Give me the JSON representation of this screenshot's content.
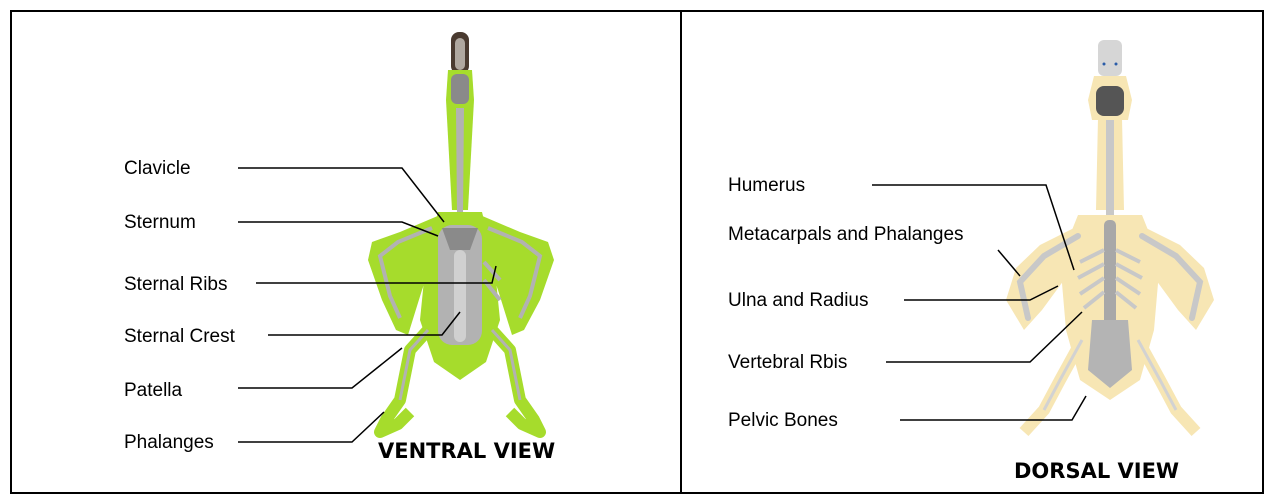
{
  "ventral": {
    "title": "VENTRAL VIEW",
    "labels": [
      "Clavicle",
      "Sternum",
      "Sternal Ribs",
      "Sternal Crest",
      "Patella",
      "Phalanges"
    ],
    "body_color": "#a6dc2c",
    "bone_color": "#b2b2b2"
  },
  "dorsal": {
    "title": "DORSAL VIEW",
    "labels": [
      "Humerus",
      "Metacarpals and Phalanges",
      "Ulna and Radius",
      "Vertebral Rbis",
      "Pelvic Bones"
    ],
    "body_color": "#f7e6b4",
    "bone_color": "#c8c8c8"
  }
}
